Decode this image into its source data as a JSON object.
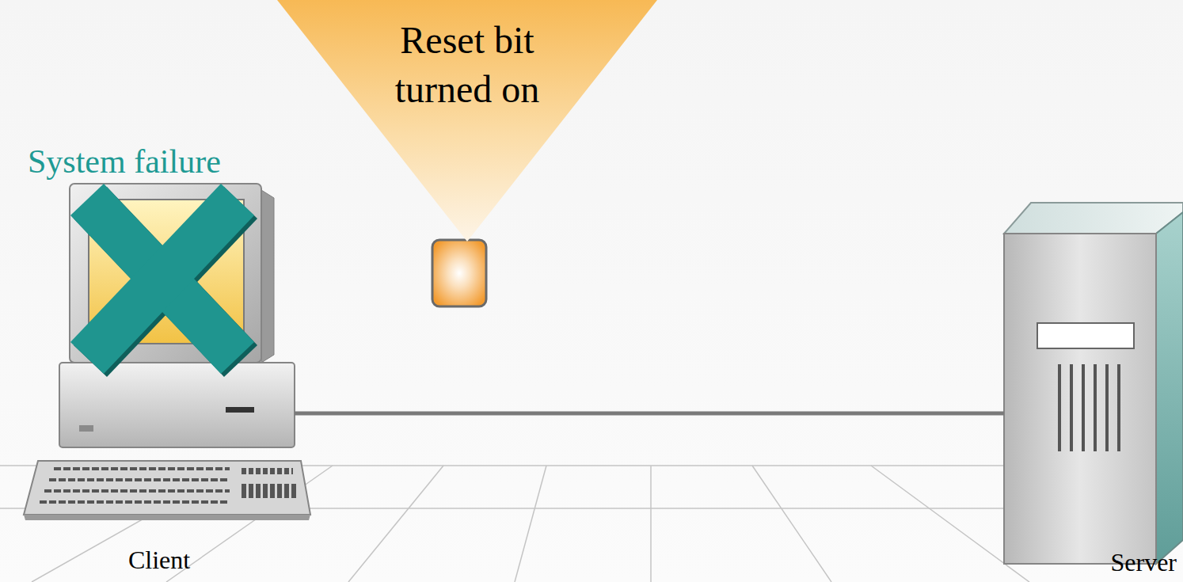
{
  "diagram": {
    "nodes": [
      {
        "text": [
          "Reset bit turned on"
        ]
      },
      {
        "text": [
          "Client"
        ]
      },
      {
        "text": [
          "Server"
        ]
      }
    ],
    "edges": [
      {
        "from": 1,
        "to": 2,
        "arrow": "none"
      }
    ],
    "labels": [
      "System failure"
    ]
  }
}
